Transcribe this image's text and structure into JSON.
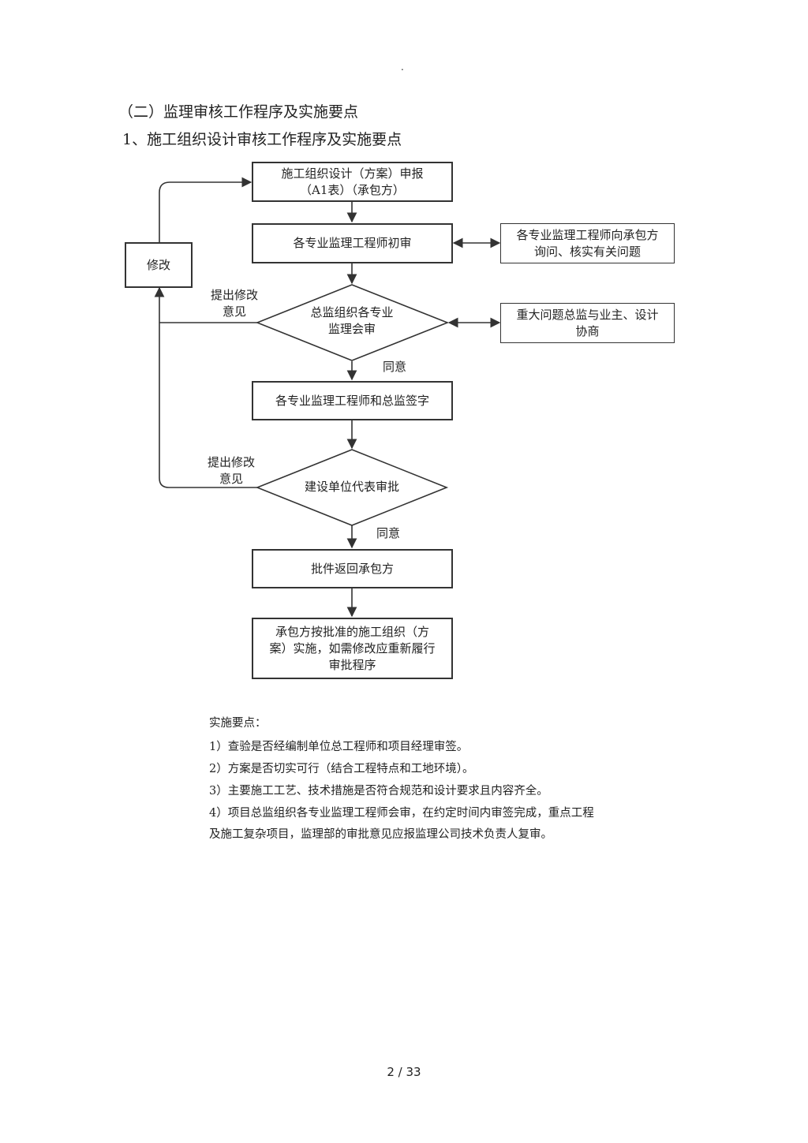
{
  "header": {
    "dot": "."
  },
  "section_title": "（二）监理审核工作程序及实施要点",
  "subsection_title": "1、施工组织设计审核工作程序及实施要点",
  "flowchart": {
    "submit": [
      "施工组织设计（方案）申报",
      "（A1表）（承包方）"
    ],
    "initial_review": "各专业监理工程师初审",
    "inquire": [
      "各专业监理工程师向承包方",
      "询问、核实有关问题"
    ],
    "chief_review": [
      "总监组织各专业",
      "监理会审"
    ],
    "consult": [
      "重大问题总监与业主、设计",
      "协商"
    ],
    "modify": "修改",
    "feedback_1": [
      "提出修改",
      "意见"
    ],
    "agree_1": "同意",
    "sign": "各专业监理工程师和总监签字",
    "owner_approval": "建设单位代表审批",
    "feedback_2": [
      "提出修改",
      "意见"
    ],
    "agree_2": "同意",
    "return": "批件返回承包方",
    "implement": [
      "承包方按批准的施工组织（方",
      "案）实施，如需修改应重新履行",
      "审批程序"
    ]
  },
  "notes": {
    "title": "实施要点：",
    "items": [
      "1）查验是否经编制单位总工程师和项目经理审签。",
      "2）方案是否切实可行（结合工程特点和工地环境）。",
      "3）主要施工工艺、技术措施是否符合规范和设计要求且内容齐全。",
      "4）项目总监组织各专业监理工程师会审，在约定时间内审签完成，重点工程",
      "及施工复杂项目，监理部的审批意见应报监理公司技术负责人复审。"
    ]
  },
  "footer": {
    "page": "2 / 33"
  }
}
